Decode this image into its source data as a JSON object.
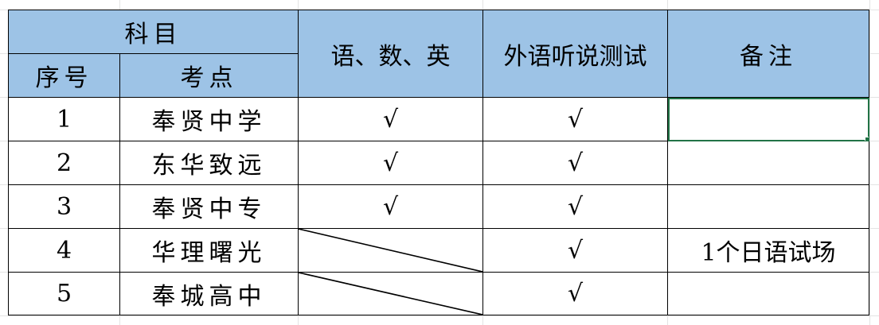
{
  "header": {
    "subject": "科目",
    "seq": "序号",
    "venue": "考点",
    "cme": "语、数、英",
    "foreign": "外语听说测试",
    "remark": "备注"
  },
  "check_mark": "√",
  "rows": [
    {
      "no": "1",
      "venue": "奉贤中学",
      "cme": "√",
      "foreign": "√",
      "remark": ""
    },
    {
      "no": "2",
      "venue": "东华致远",
      "cme": "√",
      "foreign": "√",
      "remark": ""
    },
    {
      "no": "3",
      "venue": "奉贤中专",
      "cme": "√",
      "foreign": "√",
      "remark": ""
    },
    {
      "no": "4",
      "venue": "华理曙光",
      "cme": "",
      "foreign": "√",
      "remark": "1个日语试场"
    },
    {
      "no": "5",
      "venue": "奉城高中",
      "cme": "",
      "foreign": "√",
      "remark": ""
    }
  ],
  "colors": {
    "header_fill": "#9dc3e6",
    "selection": "#217346",
    "border": "#000000"
  }
}
